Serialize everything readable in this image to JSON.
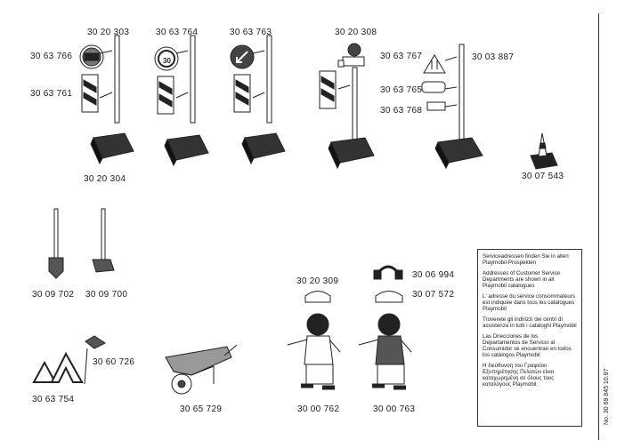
{
  "part_numbers": {
    "p3063766": "30 63 766",
    "p3063761": "30 63 761",
    "p3020303": "30 20 303",
    "p3063764": "30 63 764",
    "p3063763": "30 63 763",
    "p3020308": "30 20 308",
    "p3063767": "30 63 767",
    "p3003887": "30 03 887",
    "p3063765": "30 63 765",
    "p3063768": "30 63 768",
    "p3020304": "30 20 304",
    "p3007543": "30 07 543",
    "p3009702": "30 09 702",
    "p3009700": "30 09 700",
    "p3020309": "30 20 309",
    "p3006994": "30 06 994",
    "p3007572": "30 07 572",
    "p3060726": "30 60 726",
    "p3063754": "30 63 754",
    "p3065729": "30 65 729",
    "p3000762": "30 00 762",
    "p3000763": "30 00 763"
  },
  "sign_text": "30",
  "service_info": [
    "Serviceadressen finden Sie in allen Playmobil-Prospekten",
    "Addresses of Customer Service Departments are shown in all Playmobil catalogues",
    "L' adresse du service consommateurs est indiquée dans tous les catalogues Playmobil",
    "Troverete gli indirizzi dei centri di assistenza in tutti i cataloghi Playmobil",
    "Las Direcciones de los Departamentos de Servicio al Consumidor se encuentran en todos los catálogos Playmobil",
    "Η διεύθυνση του Γραφείου Εξυπηρέτησης Πελατών είναι καταχωρημένη σε όλους τους καταλόγους Playmobil."
  ],
  "doc_code": "No. 30 69 845 10.97"
}
